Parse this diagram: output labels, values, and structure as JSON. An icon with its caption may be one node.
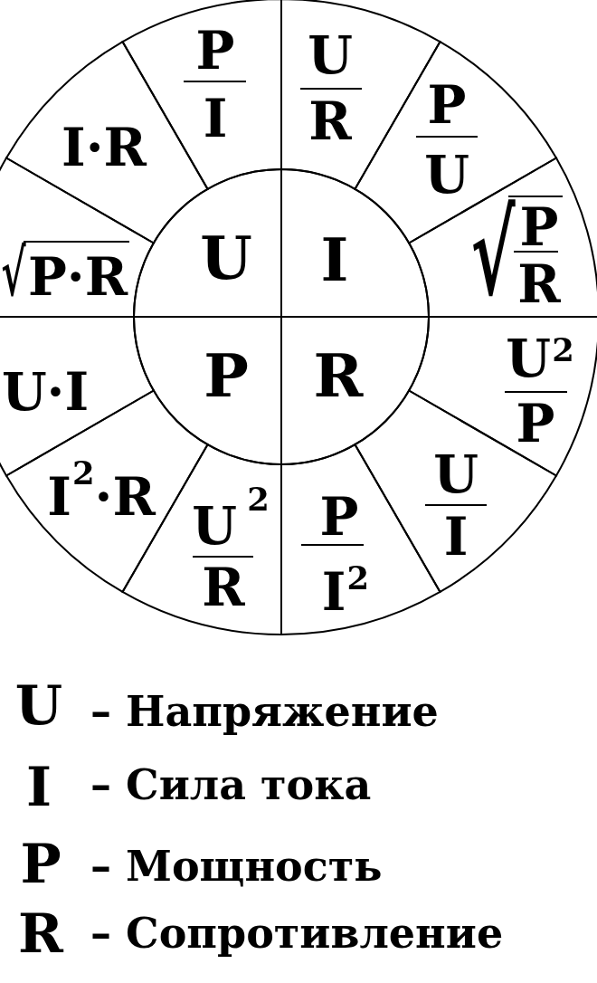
{
  "diagram": {
    "nodes": [
      {
        "text": [
          "U"
        ]
      },
      {
        "text": [
          "I"
        ]
      },
      {
        "text": [
          "P"
        ]
      },
      {
        "text": [
          "R"
        ]
      },
      {
        "text": [
          "P",
          "I"
        ]
      },
      {
        "text": [
          "I·R"
        ]
      },
      {
        "text": [
          "√",
          "P·R"
        ]
      },
      {
        "text": [
          "U",
          "R"
        ]
      },
      {
        "text": [
          "P",
          "U"
        ]
      },
      {
        "text": [
          "√",
          "P",
          "R"
        ]
      },
      {
        "text": [
          "U·I"
        ]
      },
      {
        "text": [
          "I$^{2}$·R"
        ]
      },
      {
        "text": [
          "U$^{2}$",
          "R"
        ]
      },
      {
        "text": [
          "P",
          "I$^{2}$"
        ]
      },
      {
        "text": [
          "U",
          "I"
        ]
      },
      {
        "text": [
          "U$^{2}$",
          "P"
        ]
      }
    ],
    "labels": [
      "U",
      "– Напряжение",
      "I",
      "– Сила тока",
      "P",
      "– Мощность",
      "R",
      "– Сопротивление"
    ]
  }
}
